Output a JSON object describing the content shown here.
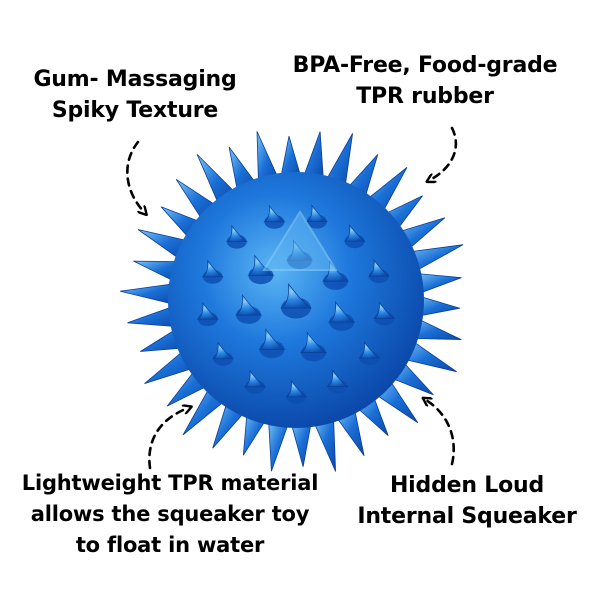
{
  "image": {
    "subject": "spiky-rubber-ball",
    "colors": {
      "ball_main": "#1a6fd6",
      "ball_dark": "#0d4fb3",
      "ball_light": "#49a8f2",
      "background": "#ffffff",
      "text": "#000000"
    }
  },
  "callouts": {
    "gum": {
      "line1": "Gum- Massaging",
      "line2": "Spiky Texture"
    },
    "bpa": {
      "line1": "BPA-Free, Food-grade",
      "line2": "TPR rubber"
    },
    "lightweight": {
      "line1": "Lightweight TPR material",
      "line2": "allows the squeaker toy",
      "line3": "to float in water"
    },
    "squeaker": {
      "line1": "Hidden Loud",
      "line2": "Internal Squeaker"
    }
  }
}
